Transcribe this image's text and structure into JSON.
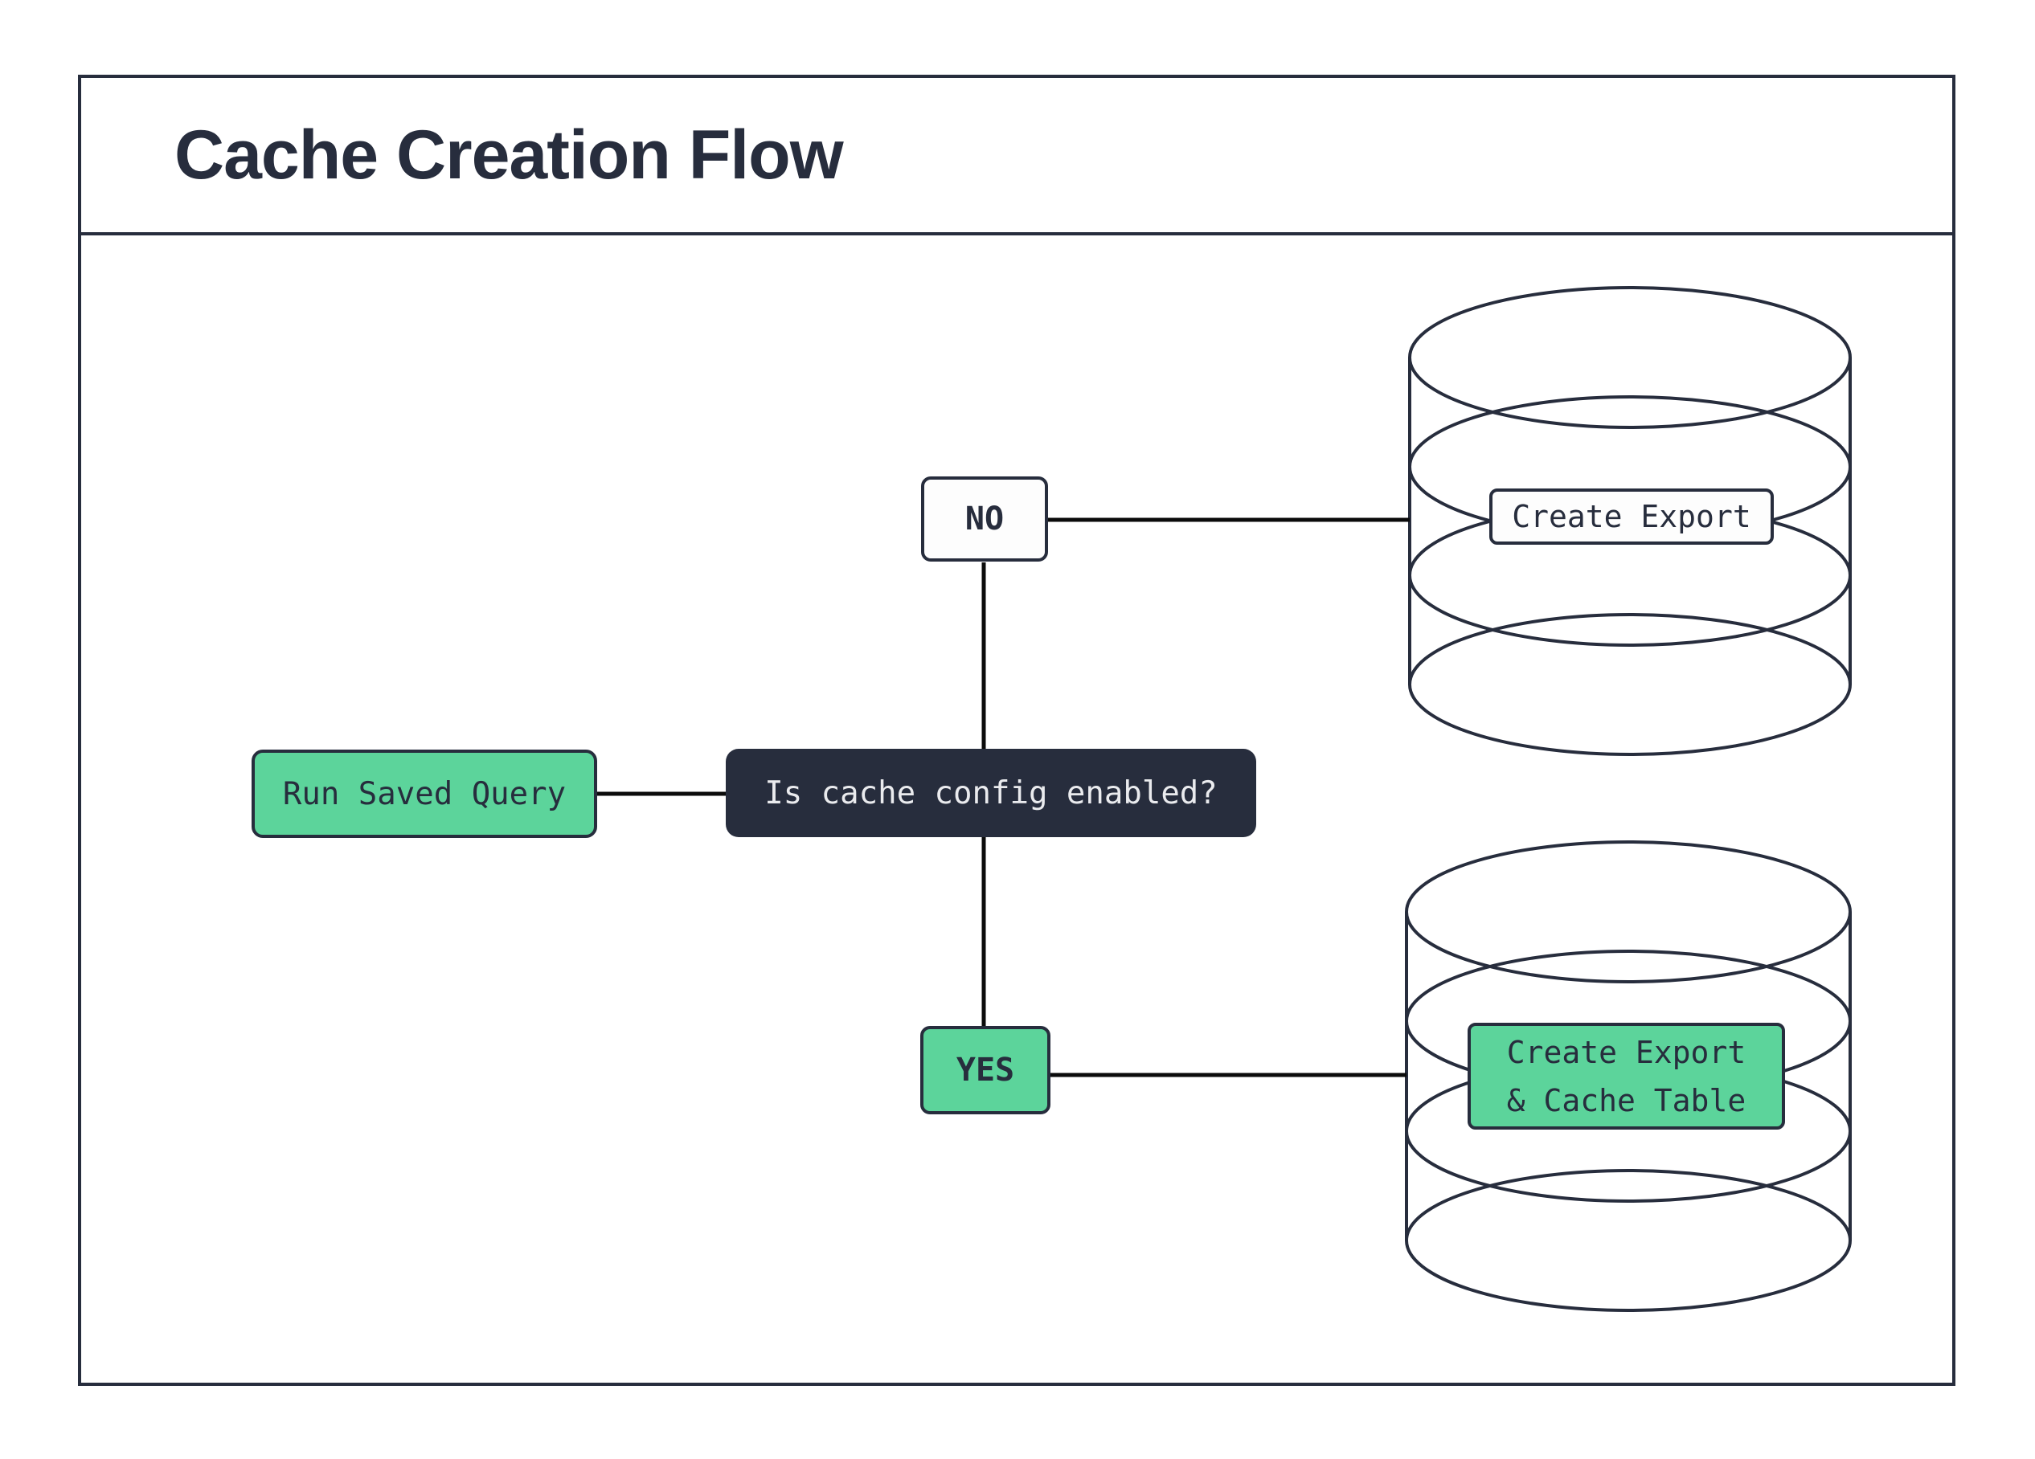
{
  "title": "Cache Creation Flow",
  "colors": {
    "ink": "#272D3D",
    "connector": "#0B0B0B",
    "green": "#5CD49B",
    "dark_fill": "#272D3D",
    "light_text": "#EAEBEE",
    "node_white": "#FDFDFD",
    "background": "#FFFFFF"
  },
  "flow": {
    "start": {
      "label": "Run Saved Query"
    },
    "decision": {
      "label": "Is cache config enabled?"
    },
    "branch_no": {
      "label": "NO"
    },
    "branch_yes": {
      "label": "YES"
    },
    "outcome_no": {
      "label": "Create Export"
    },
    "outcome_yes": {
      "line1": "Create Export",
      "line2": "& Cache Table"
    }
  }
}
